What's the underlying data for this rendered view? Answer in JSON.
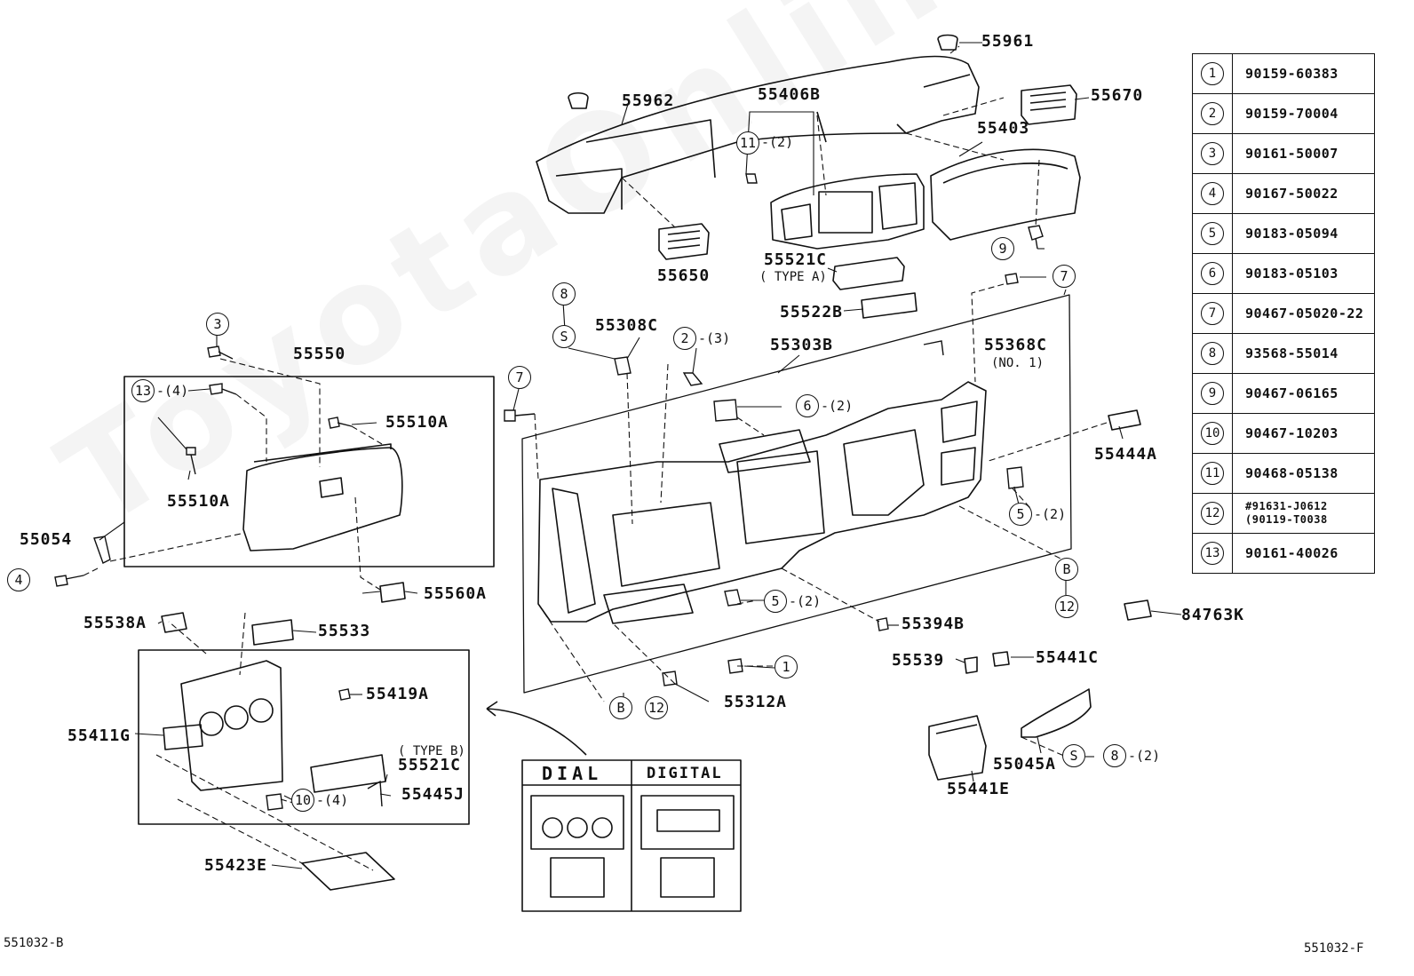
{
  "watermark": "ToyotaOnline.ru",
  "labels": {
    "p55961": "55961",
    "p55962": "55962",
    "p55406B": "55406B",
    "p55670": "55670",
    "p55403": "55403",
    "p55650": "55650",
    "p55521C_a": "55521C",
    "type_a": "( TYPE A)",
    "p55522B": "55522B",
    "p55308C": "55308C",
    "p55303B": "55303B",
    "p55368C": "55368C",
    "no1": "(NO. 1)",
    "p55550": "55550",
    "p55510A_1": "55510A",
    "p55510A_2": "55510A",
    "p55054": "55054",
    "p55560A": "55560A",
    "p55444A": "55444A",
    "p84763K": "84763K",
    "p55394B": "55394B",
    "p55539": "55539",
    "p55441C": "55441C",
    "p55312A": "55312A",
    "p55538A": "55538A",
    "p55533": "55533",
    "p55419A": "55419A",
    "p55411G": "55411G",
    "type_b": "( TYPE B)",
    "p55521C_b": "55521C",
    "p55445J": "55445J",
    "p55423E": "55423E",
    "p55045A": "55045A",
    "p55441E": "55441E"
  },
  "callouts": {
    "c11": "11",
    "q11": "-(2)",
    "c9": "9",
    "c7a": "7",
    "c8": "8",
    "cS1": "S",
    "c2": "2",
    "q2": "-(3)",
    "c3": "3",
    "c13": "13",
    "q13": "-(4)",
    "c7b": "7",
    "c6": "6",
    "q6": "-(2)",
    "c5a": "5",
    "q5a": "-(2)",
    "c5b": "5",
    "q5b": "-(2)",
    "c4": "4",
    "cB1": "B",
    "c12a": "12",
    "c1": "1",
    "cB2": "B",
    "c12b": "12",
    "c10": "10",
    "q10": "-(4)",
    "cS2": "S",
    "c8b": "8",
    "q8b": "-(2)"
  },
  "fastener_table": [
    {
      "no": "1",
      "part": "90159-60383"
    },
    {
      "no": "2",
      "part": "90159-70004"
    },
    {
      "no": "3",
      "part": "90161-50007"
    },
    {
      "no": "4",
      "part": "90167-50022"
    },
    {
      "no": "5",
      "part": "90183-05094"
    },
    {
      "no": "6",
      "part": "90183-05103"
    },
    {
      "no": "7",
      "part": "90467-05020-22"
    },
    {
      "no": "8",
      "part": "93568-55014"
    },
    {
      "no": "9",
      "part": "90467-06165"
    },
    {
      "no": "10",
      "part": "90467-10203"
    },
    {
      "no": "11",
      "part": "90468-05138"
    },
    {
      "no": "12",
      "part": "#91631-J0612",
      "part2": "(90119-T0038"
    },
    {
      "no": "13",
      "part": "90161-40026"
    }
  ],
  "variants": {
    "dial": "DIAL",
    "digital": "DIGITAL"
  },
  "footer": {
    "left": "551032-B",
    "right": "551032-F"
  }
}
